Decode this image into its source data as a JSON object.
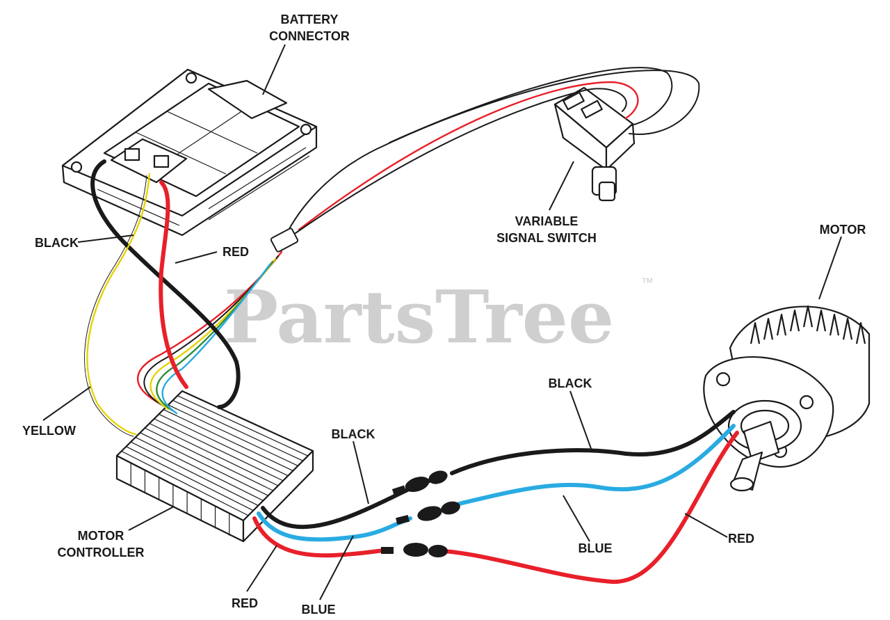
{
  "watermark": {
    "text": "PartsTree",
    "trademark": "™"
  },
  "labels": {
    "battery_connector_1": "BATTERY",
    "battery_connector_2": "CONNECTOR",
    "variable_signal_1": "VARIABLE",
    "variable_signal_2": "SIGNAL SWITCH",
    "motor": "MOTOR",
    "black_top": "BLACK",
    "red_top": "RED",
    "yellow": "YELLOW",
    "motor_controller_1": "MOTOR",
    "motor_controller_2": "CONTROLLER",
    "black_mid": "BLACK",
    "black_right": "BLACK",
    "blue_right": "BLUE",
    "red_right": "RED",
    "red_bottom": "RED",
    "blue_bottom": "BLUE"
  },
  "colors": {
    "wire_black": "#1a1a1a",
    "wire_red": "#e8202a",
    "wire_blue": "#29abe2",
    "wire_yellow": "#e6d200",
    "wire_green": "#2e8b3a",
    "watermark": "#cfcfcf"
  }
}
